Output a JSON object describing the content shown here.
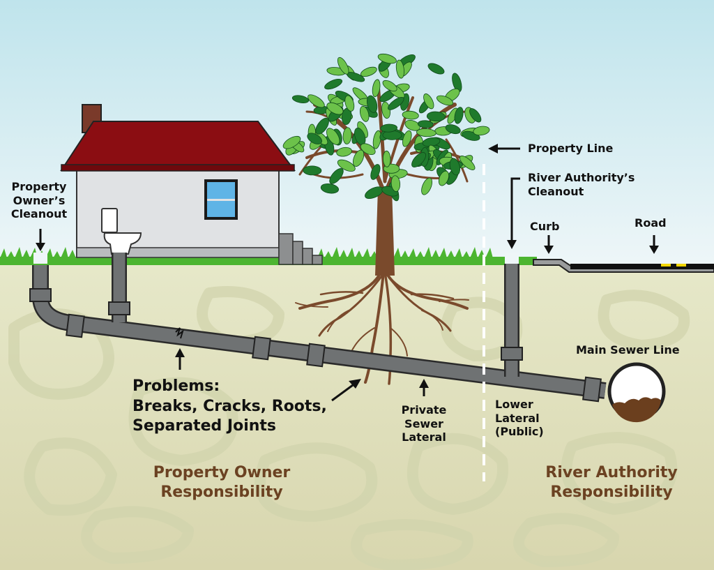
{
  "labels": {
    "property_owners_cleanout": [
      "Property",
      "Owner’s",
      "Cleanout"
    ],
    "property_line": "Property Line",
    "river_authority_cleanout": [
      "River Authority’s",
      "Cleanout"
    ],
    "curb": "Curb",
    "road": "Road",
    "main_sewer_line": "Main Sewer Line",
    "problems": [
      "Problems:",
      "Breaks, Cracks, Roots,",
      "Separated Joints"
    ],
    "private_sewer_lateral": [
      "Private",
      "Sewer",
      "Lateral"
    ],
    "lower_lateral": [
      "Lower",
      "Lateral",
      "(Public)"
    ],
    "property_owner_responsibility": [
      "Property Owner",
      "Responsibility"
    ],
    "river_authority_responsibility": [
      "River Authority",
      "Responsibility"
    ]
  },
  "colors": {
    "sky_top": "#bfe4ec",
    "sky_bottom": "#eef6f8",
    "soil": "#e3e5c6",
    "soil_pattern": "#d6d9b4",
    "grass": "#4cb530",
    "roof": "#8b0d12",
    "house_wall": "#e0e2e4",
    "pipe": "#6f7273",
    "pipe_outline": "#2a2a2a",
    "tree_trunk": "#7a4a2c",
    "leaf_light": "#6cc24a",
    "leaf_dark": "#1f7a2c",
    "responsibility_text": "#6b4222",
    "road": "#111111",
    "road_marking": "#f2d600"
  }
}
